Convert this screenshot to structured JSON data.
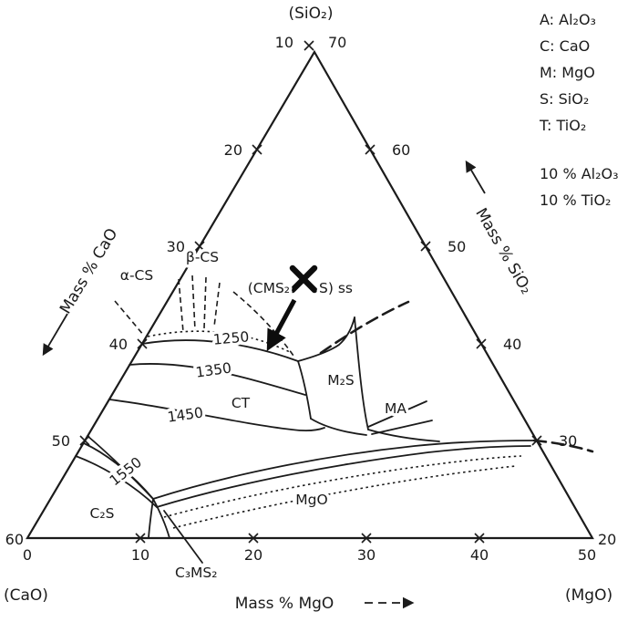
{
  "colors": {
    "ink": "#1b1b1b",
    "background": "#ffffff"
  },
  "vertices": {
    "top": "(SiO₂)",
    "bottom_left": "(CaO)",
    "bottom_right": "(MgO)"
  },
  "axis_titles": {
    "left": "Mass % CaO",
    "right": "Mass % SiO₂",
    "bottom": "Mass % MgO"
  },
  "ticks": {
    "left": [
      "10",
      "20",
      "30",
      "40",
      "50",
      "60"
    ],
    "right": [
      "70",
      "60",
      "50",
      "40",
      "30",
      "20"
    ],
    "bottom": [
      "0",
      "10",
      "20",
      "30",
      "40",
      "50"
    ]
  },
  "legend": {
    "items": [
      "A: Al₂O₃",
      "C: CaO",
      "M: MgO",
      "S: SiO₂",
      "T: TiO₂"
    ],
    "conditions": [
      "10 % Al₂O₃",
      "10 % TiO₂"
    ]
  },
  "phases": {
    "alpha_cs": "α-CS",
    "beta_cs": "β-CS",
    "cms2_before": "(CMS₂",
    "cms2_after": "S) ss",
    "m2s": "M₂S",
    "ma": "MA",
    "ct": "CT",
    "c2s": "C₂S",
    "mgo": "MgO",
    "c3ms2": "C₃MS₂"
  },
  "isotherms": {
    "t1250": "1250",
    "t1350": "1350",
    "t1450": "1450",
    "t1550": "1550"
  },
  "chart_data": {
    "type": "ternary-phase-diagram",
    "system_vertices": {
      "top": "(SiO₂)",
      "bottom_left": "(CaO)",
      "bottom_right": "(MgO)"
    },
    "fixed_components": [
      "10 % Al₂O₃",
      "10 % TiO₂"
    ],
    "component_key": {
      "A": "Al₂O₃",
      "C": "CaO",
      "M": "MgO",
      "S": "SiO₂",
      "T": "TiO₂"
    },
    "axes": {
      "left": {
        "label": "Mass % CaO",
        "ticks": [
          10,
          20,
          30,
          40,
          50,
          60
        ]
      },
      "right": {
        "label": "Mass % SiO₂",
        "ticks": [
          70,
          60,
          50,
          40,
          30,
          20
        ]
      },
      "bottom": {
        "label": "Mass % MgO",
        "ticks": [
          0,
          10,
          20,
          30,
          40,
          50
        ]
      }
    },
    "isotherms_degC": [
      1250,
      1350,
      1450,
      1550
    ],
    "phase_regions": [
      "α-CS",
      "β-CS",
      "(CMS₂+AS) ss",
      "M₂S",
      "MA",
      "CT",
      "C₂S",
      "MgO",
      "C₃MS₂"
    ],
    "marker": {
      "shape": "bold-x-with-arrow",
      "x_position_mass_pct": {
        "CaO": 22,
        "SiO₂": 47,
        "MgO": 11
      },
      "arrow_tip_mass_pct": {
        "CaO": 30,
        "SiO₂": 39,
        "MgO": 11
      }
    }
  }
}
